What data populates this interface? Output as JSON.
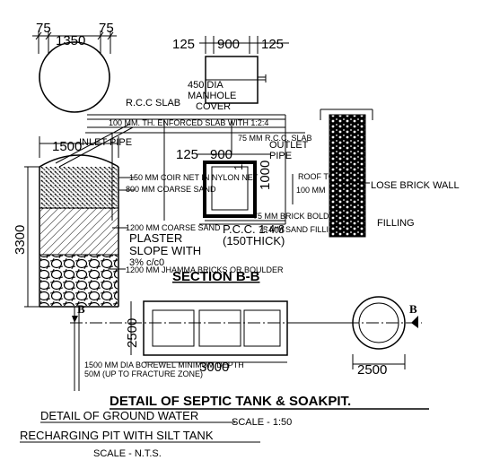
{
  "dims": {
    "top_left": "75",
    "top_mid": "1350",
    "top_right": "75",
    "mh_left": "125",
    "mh_mid": "900",
    "mh_right": "125",
    "inner_left": "125",
    "inner_mid": "900",
    "depth_1000": "1000",
    "pit_width_1500": "1500",
    "pit_height_3300": "3300",
    "plan_width_3000": "3000",
    "plan_height_2500": "2500",
    "soak_dia_2500": "2500"
  },
  "labels": {
    "manhole_1": "450 DIA",
    "manhole_2": "MANHOLE",
    "manhole_3": "COVER",
    "rcc_slab": "R.C.C SLAB",
    "enforced_slab": "100 MM. TH. ENFORCED SLAB WITH 1:2:4",
    "rcc_75": "75 MM R.C.C. SLAB",
    "inlet_pipe": "INLET PIPE",
    "outlet_pipe_1": "OUTLET",
    "outlet_pipe_2": "PIPE",
    "coir_net": "150 MM COIR NET IN NYLON NET",
    "coarse_sand_800": "800 MM COARSE SAND",
    "roof_top": "ROOF TOP",
    "mm_100": "100 MM",
    "lose_brick_wall": "LOSE BRICK WALL",
    "pcc_1": "P.C.C. 1:4:8",
    "pcc_2": "(150THICK)",
    "brick_bolders": "75 MM BRICK BOLDERS",
    "filling": "FILLING",
    "sand_filling": "75 MM SAND FILLING",
    "coarse_sand_1200": "1200 MM COARSE SAND",
    "plaster": "PLASTER",
    "slope_with": "SLOPE WITH",
    "slope_ratio": "3% c/c0",
    "jhamma_bricks": "1200 MM JHAMMA BRICKS OR BOULDER",
    "section_bb": "SECTION B-B",
    "marker_b_left": "B",
    "marker_b_right": "B",
    "borewell_1": "1500 MM DIA BOREWEL MINIMUM DEPTH",
    "borewell_2": "50M (UP TO FRACTURE ZONE)",
    "septic_title": "DETAIL OF  SEPTIC TANK & SOAKPIT.",
    "septic_scale": "SCALE  -  1:50",
    "gw_title_1": "DETAIL OF GROUND WATER",
    "gw_title_2": "RECHARGING PIT WITH SILT TANK",
    "gw_scale": "SCALE  -  N.T.S."
  }
}
